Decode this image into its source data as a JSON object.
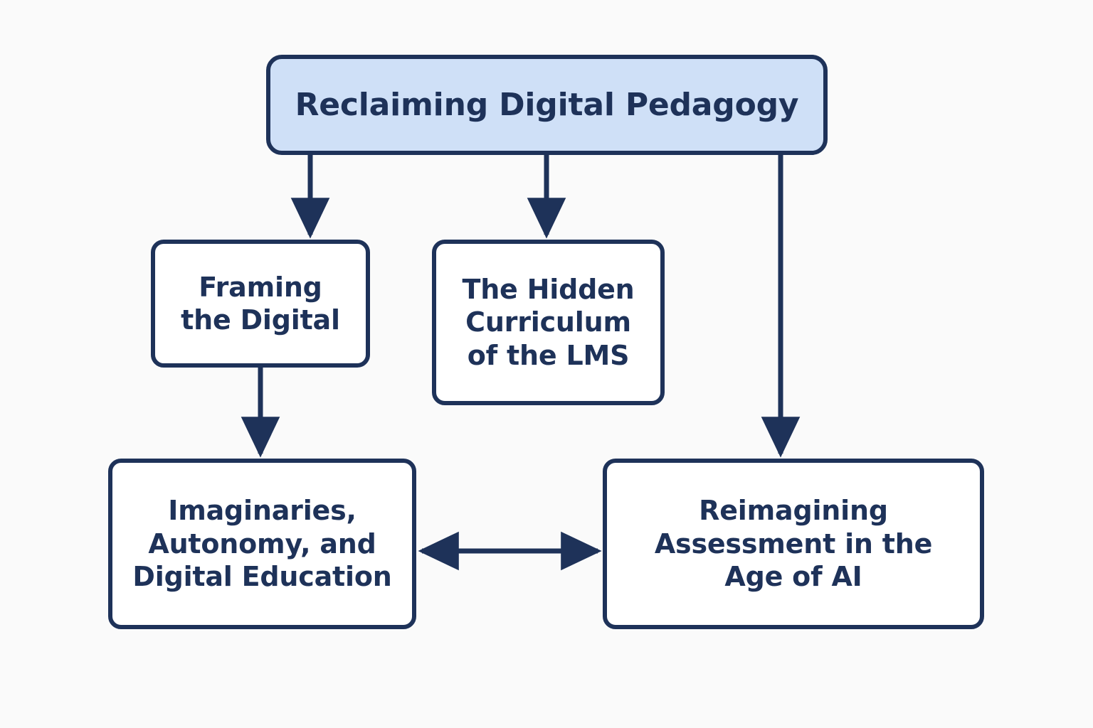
{
  "diagram": {
    "type": "flowchart",
    "title": "Reclaiming Digital Pedagogy",
    "background_color": "#fafafa",
    "stroke_color": "#1e3259",
    "root_fill_color": "#cfe0f7",
    "node_fill_color": "#ffffff",
    "text_color": "#1e3259"
  },
  "nodes": {
    "root": {
      "id": "root",
      "label": "Reclaiming Digital Pedagogy",
      "fill": "#cfe0f7"
    },
    "framing": {
      "id": "framing",
      "label": "Framing\nthe Digital",
      "fill": "#ffffff"
    },
    "lms": {
      "id": "lms",
      "label": "The Hidden\nCurriculum\nof the LMS",
      "fill": "#ffffff"
    },
    "imaginaries": {
      "id": "imaginaries",
      "label": "Imaginaries,\nAutonomy, and\nDigital Education",
      "fill": "#ffffff"
    },
    "assessment": {
      "id": "assessment",
      "label": "Reimagining\nAssessment in the\nAge of AI",
      "fill": "#ffffff"
    }
  },
  "edges": [
    {
      "id": "root-to-framing",
      "from": "root",
      "to": "framing",
      "direction": "down",
      "arrowheads": "end"
    },
    {
      "id": "root-to-lms",
      "from": "root",
      "to": "lms",
      "direction": "down",
      "arrowheads": "end"
    },
    {
      "id": "root-to-assessment",
      "from": "root",
      "to": "assessment",
      "direction": "down",
      "arrowheads": "end"
    },
    {
      "id": "framing-to-imaginaries",
      "from": "framing",
      "to": "imaginaries",
      "direction": "down",
      "arrowheads": "end"
    },
    {
      "id": "imaginaries-assessment",
      "from": "imaginaries",
      "to": "assessment",
      "direction": "horizontal",
      "arrowheads": "both"
    }
  ]
}
